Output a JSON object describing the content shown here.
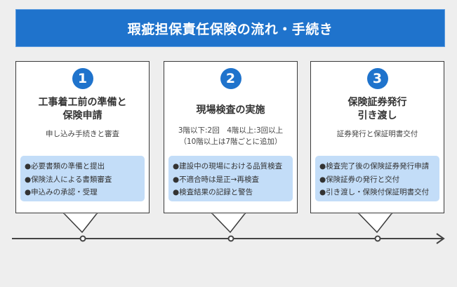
{
  "header": {
    "title": "瑕疵担保責任保険の流れ・手続き"
  },
  "colors": {
    "accent": "#1f73cc",
    "box": "#c3ddf8",
    "line": "#444444"
  },
  "steps": [
    {
      "number": "1",
      "title_line1": "工事着工前の準備と",
      "title_line2": "保険申請",
      "subtitle_line1": "申し込み手続きと審査",
      "subtitle_line2": "",
      "bullets": [
        "●必要書類の準備と提出",
        "●保険法人による書類審査",
        "●申込みの承認・受理"
      ]
    },
    {
      "number": "2",
      "title_line1": "現場検査の実施",
      "title_line2": "",
      "subtitle_line1": "3階以下:2回　4階以上:3回以上",
      "subtitle_line2": "（10階以上は7階ごとに追加）",
      "bullets": [
        "●建設中の現場における品質検査",
        "●不適合時は是正→再検査",
        "●検査結果の記録と警告"
      ]
    },
    {
      "number": "3",
      "title_line1": "保険証券発行",
      "title_line2": "引き渡し",
      "subtitle_line1": "証券発行と保証明書交付",
      "subtitle_line2": "",
      "bullets": [
        "●検査完了後の保険証券発行申請",
        "●保険証券の発行と交付",
        "●引き渡し・保険付保証明書交付"
      ]
    }
  ]
}
